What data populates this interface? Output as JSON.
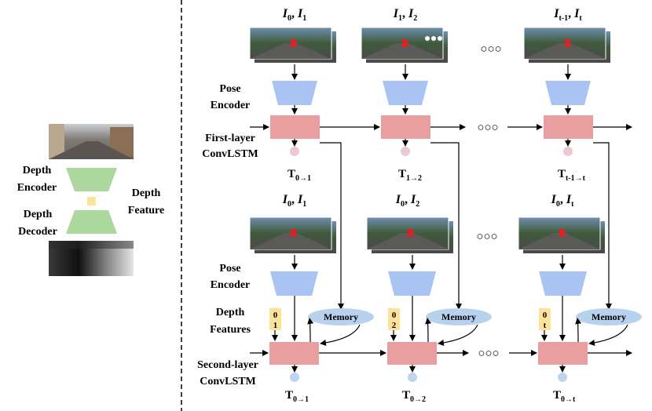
{
  "left_panel": {
    "depth_encoder_label": [
      "Depth",
      "Encoder"
    ],
    "depth_decoder_label": [
      "Depth",
      "Decoder"
    ],
    "depth_feature_label": [
      "Depth",
      "Feature"
    ]
  },
  "first_layer": {
    "frame_pairs": [
      {
        "a": "I",
        "a_sub": "0",
        "b": "I",
        "b_sub": "1"
      },
      {
        "a": "I",
        "a_sub": "1",
        "b": "I",
        "b_sub": "2"
      },
      {
        "a": "I",
        "a_sub": "t-1",
        "b": "I",
        "b_sub": "t"
      }
    ],
    "pose_encoder_label": [
      "Pose",
      "Encoder"
    ],
    "convlstm_label": [
      "First-layer",
      "ConvLSTM"
    ],
    "outputs": [
      {
        "sym": "T",
        "sub": "0→1"
      },
      {
        "sym": "T",
        "sub": "1→2"
      },
      {
        "sym": "T",
        "sub": "t-1→t"
      }
    ],
    "ellipsis": "○○○"
  },
  "second_layer": {
    "frame_pairs": [
      {
        "a": "I",
        "a_sub": "0",
        "b": "I",
        "b_sub": "1"
      },
      {
        "a": "I",
        "a_sub": "0",
        "b": "I",
        "b_sub": "2"
      },
      {
        "a": "I",
        "a_sub": "0",
        "b": "I",
        "b_sub": "t"
      }
    ],
    "pose_encoder_label": [
      "Pose",
      "Encoder"
    ],
    "depth_features_label": [
      "Depth",
      "Features"
    ],
    "depth_feature_tags": [
      [
        "0",
        "1"
      ],
      [
        "0",
        "2"
      ],
      [
        "0",
        "t"
      ]
    ],
    "memory_label": "Memory",
    "convlstm_label": [
      "Second-layer",
      "ConvLSTM"
    ],
    "outputs": [
      {
        "sym": "T",
        "sub": "0→1"
      },
      {
        "sym": "T",
        "sub": "0→2"
      },
      {
        "sym": "T",
        "sub": "0→t"
      }
    ],
    "ellipsis": "○○○"
  },
  "colors": {
    "pose_encoder": "#a9c4f2",
    "convlstm": "#e99ea0",
    "depth_net": "#acd89f",
    "depth_feature": "#fde39a",
    "memory": "#b8d2ee",
    "first_output_dot": "#ecc8d3",
    "second_output_dot": "#bdd6f0"
  }
}
